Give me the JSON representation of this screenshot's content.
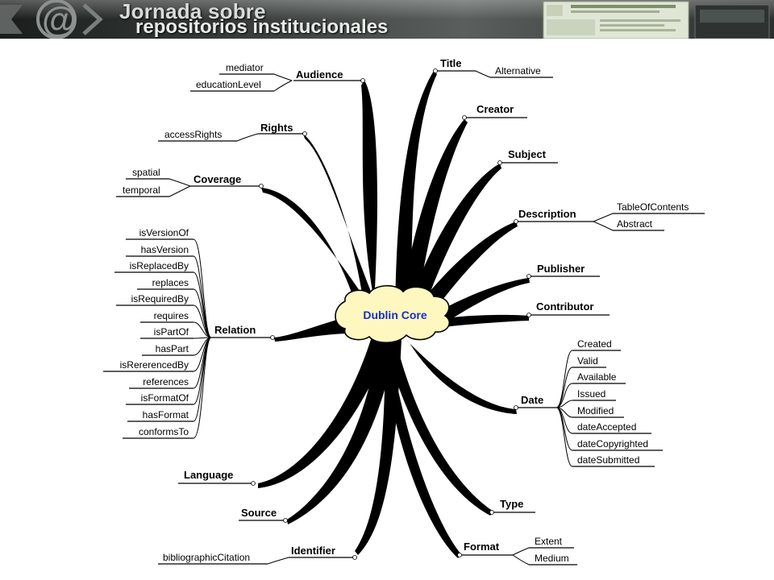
{
  "header": {
    "line1": "Jornada sobre",
    "line2": "repositorios institucionales"
  },
  "diagram": {
    "center": "Dublin Core",
    "nodes": {
      "audience": "Audience",
      "rights": "Rights",
      "coverage": "Coverage",
      "relation": "Relation",
      "language": "Language",
      "source": "Source",
      "identifier": "Identifier",
      "title": "Title",
      "creator": "Creator",
      "subject": "Subject",
      "description": "Description",
      "publisher": "Publisher",
      "contributor": "Contributor",
      "date": "Date",
      "type": "Type",
      "format": "Format"
    },
    "children": {
      "audience": [
        "mediator",
        "educationLevel"
      ],
      "rights": [
        "accessRights"
      ],
      "coverage": [
        "spatial",
        "temporal"
      ],
      "relation": [
        "isVersionOf",
        "hasVersion",
        "isReplacedBy",
        "replaces",
        "isRequiredBy",
        "requires",
        "isPartOf",
        "hasPart",
        "isRererencedBy",
        "references",
        "isFormatOf",
        "hasFormat",
        "conformsTo"
      ],
      "identifier": [
        "bibliographicCitation"
      ],
      "title": [
        "Alternative"
      ],
      "description": [
        "TableOfContents",
        "Abstract"
      ],
      "date": [
        "Created",
        "Valid",
        "Available",
        "Issued",
        "Modified",
        "dateAccepted",
        "dateCopyrighted",
        "dateSubmitted"
      ],
      "format": [
        "Extent",
        "Medium"
      ]
    }
  },
  "colors": {
    "header_bg": "#3c4140",
    "header_text": "#e8ece8",
    "cloud_fill": "#fff7c0",
    "center_text": "#1430c8",
    "branch": "#000000"
  }
}
